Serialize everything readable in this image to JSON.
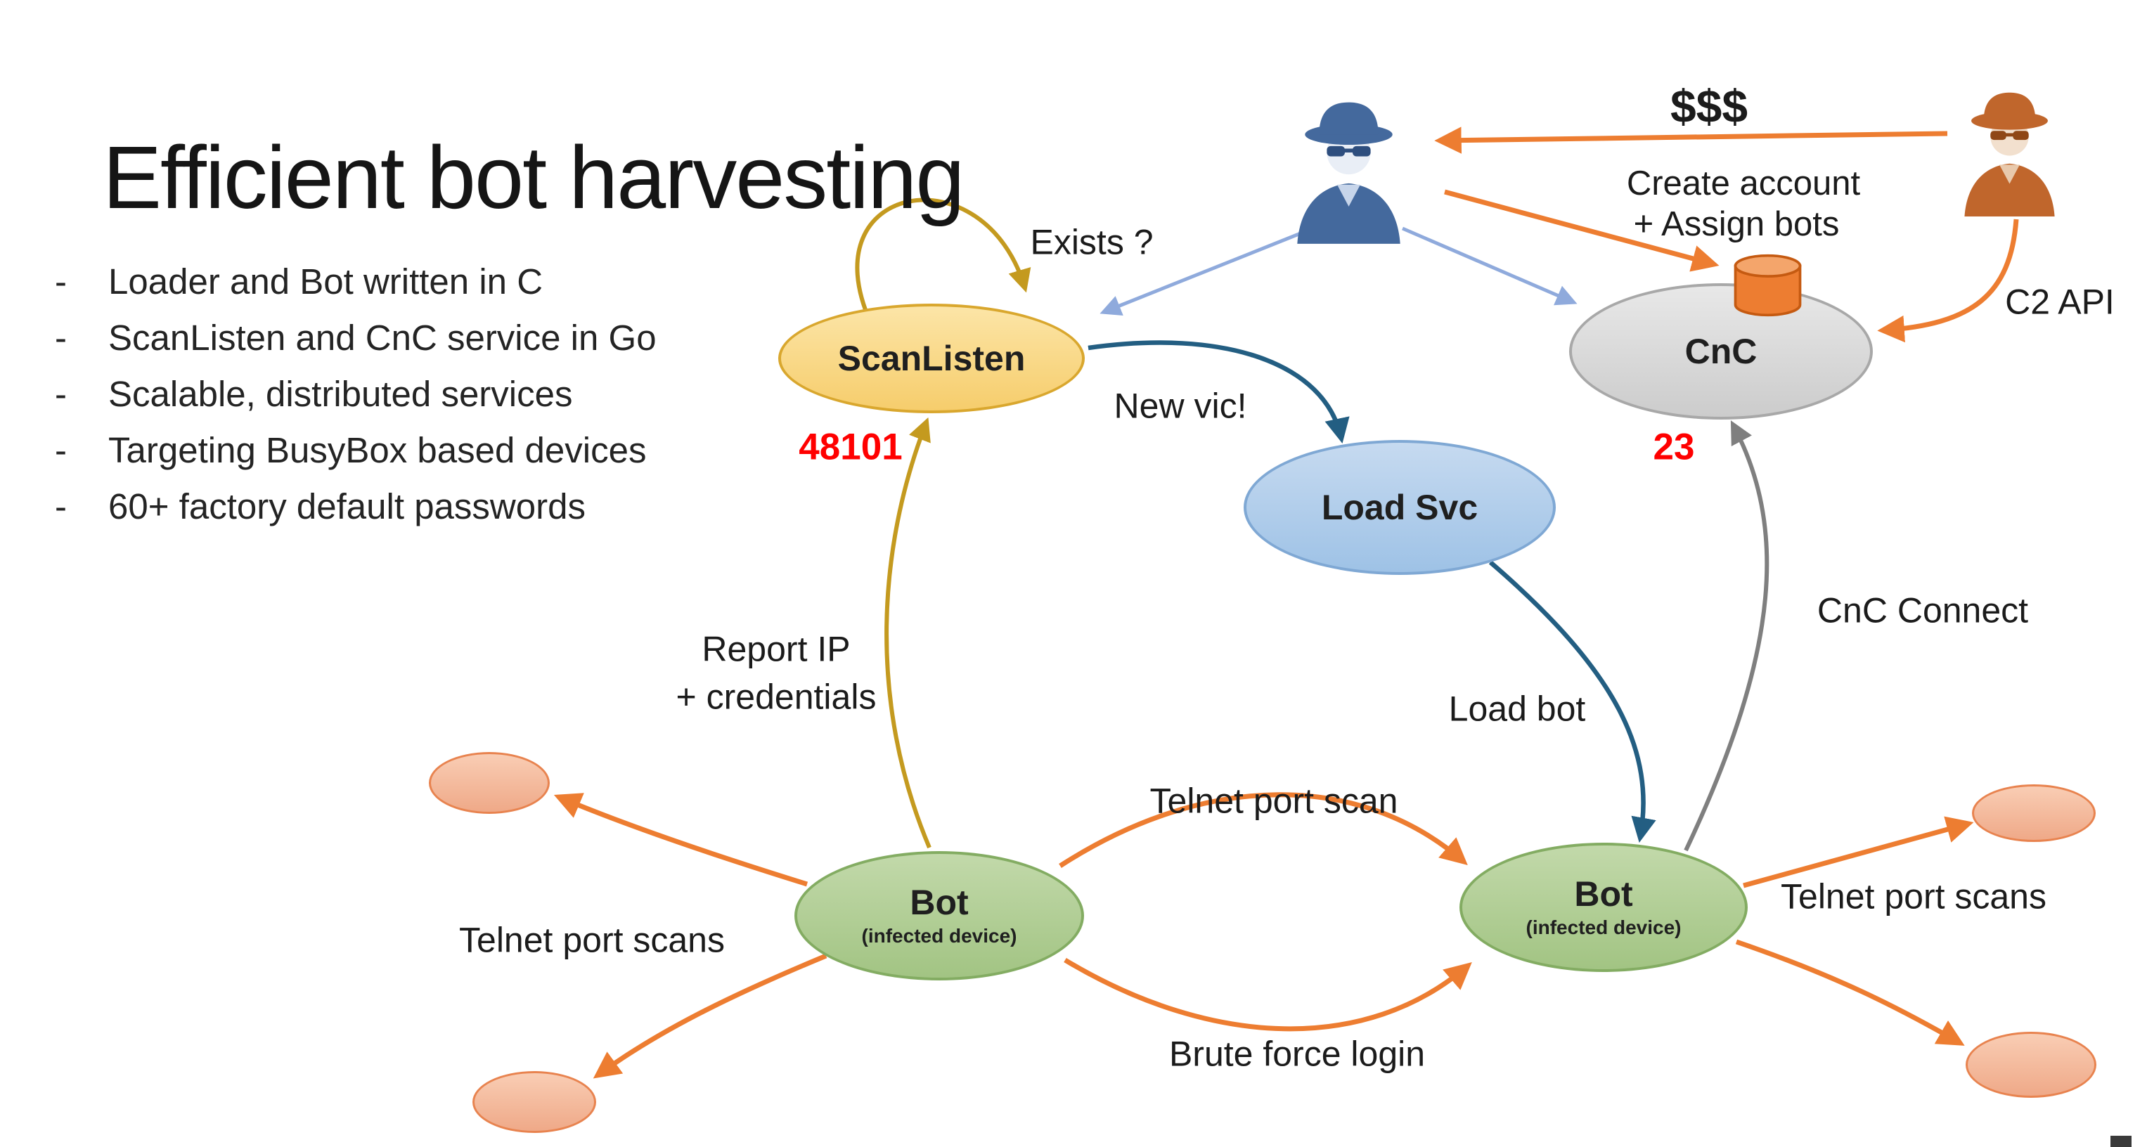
{
  "slide": {
    "title": "Efficient bot harvesting",
    "bullets": [
      "Loader and Bot written in C",
      "ScanListen and CnC service in Go",
      "Scalable, distributed services",
      "Targeting BusyBox based devices",
      "60+ factory default passwords"
    ]
  },
  "nodes": {
    "scanlisten": {
      "label": "ScanListen",
      "port": "48101"
    },
    "load_svc": {
      "label": "Load Svc"
    },
    "cnc": {
      "label": "CnC",
      "port": "23"
    },
    "bot_left": {
      "label": "Bot",
      "sublabel": "(infected device)"
    },
    "bot_right": {
      "label": "Bot",
      "sublabel": "(infected device)"
    }
  },
  "labels": {
    "payment": "$$$",
    "create_account": "Create account",
    "assign_bots": "+ Assign bots",
    "c2_api": "C2 API",
    "exists": "Exists ?",
    "new_vic": "New vic!",
    "cnc_connect": "CnC Connect",
    "load_bot": "Load bot",
    "report_ip": "Report IP",
    "report_credentials": "+ credentials",
    "telnet_port_scan": "Telnet port scan",
    "telnet_port_scans_left": "Telnet port scans",
    "telnet_port_scans_right": "Telnet port scans",
    "brute_force_login": "Brute force login"
  },
  "icons": {
    "operator": "spy-figure-blue",
    "customer": "spy-figure-brown",
    "cnc_storage": "database-cylinder"
  },
  "colors": {
    "orange_arrow": "#ED7D31",
    "gold_arrow": "#C49A1F",
    "dark_blue_arrow": "#235E82",
    "light_blue_arrow": "#8FAADC",
    "gray_arrow": "#7F7F7F",
    "port_text": "#FF0000",
    "scanlisten_fill": "#F9D98A",
    "load_svc_fill": "#A9C7E8",
    "cnc_fill": "#D9D9D9",
    "bot_fill": "#AECF96",
    "victim_fill": "#F4B49A"
  }
}
